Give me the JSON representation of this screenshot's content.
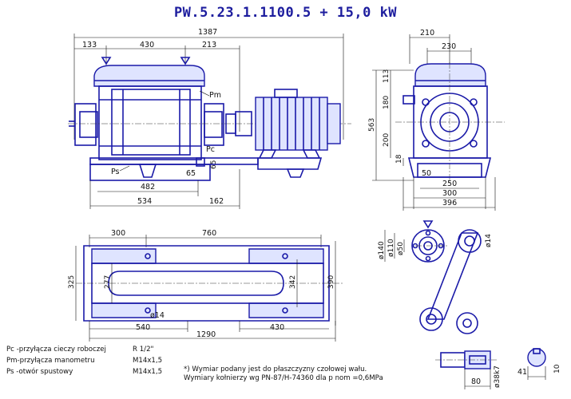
{
  "title": "PW.5.23.1.1100.5  +  15,0 kW",
  "front_view": {
    "dims": {
      "overall": "1387",
      "left_offset": "133",
      "center_span": "430",
      "right_offset": "213",
      "base_inner": "482",
      "base_outer": "534",
      "right_base": "162",
      "small_65": "65",
      "vert_65": "65"
    },
    "labels": {
      "pm": "Pm",
      "pc": "Pc",
      "ps": "Ps"
    }
  },
  "side_view": {
    "dims": {
      "top_210": "210",
      "top_230": "230",
      "h_113": "113",
      "h_180": "180",
      "h_563": "563",
      "h_200": "200",
      "h_18": "18",
      "w_50": "50",
      "w_250": "250",
      "w_300": "300",
      "w_396": "396"
    }
  },
  "plan_view": {
    "dims": {
      "top_300": "300",
      "top_760": "760",
      "h_325": "325",
      "h_277": "277",
      "h_342": "342",
      "h_390": "390",
      "hole_14": "ø14",
      "w_540": "540",
      "w_430": "430",
      "w_1290": "1290"
    }
  },
  "flange_detail": {
    "dims": {
      "d140": "ø140",
      "d110": "ø110",
      "d50": "ø50",
      "d14": "ø14"
    }
  },
  "shaft_detail": {
    "dims": {
      "len_80": "80",
      "d38": "ø38k7",
      "w41": "41",
      "w10": "10"
    }
  },
  "legend": [
    {
      "label": "Pc -przyłącza cieczy roboczej",
      "value": "R 1/2\""
    },
    {
      "label": "Pm-przyłącza manometru",
      "value": "M14x1,5"
    },
    {
      "label": "Ps -otwór spustowy",
      "value": "M14x1,5"
    }
  ],
  "notes": {
    "line1": "*) Wymiar podany jest do płaszczyzny czołowej wału.",
    "line2": "Wymiary kołnierzy wg PN-87/H-74360 dla p nom =0,6MPa"
  },
  "colors": {
    "part_stroke": "#1a1aa8",
    "title": "#1d1d9e"
  }
}
